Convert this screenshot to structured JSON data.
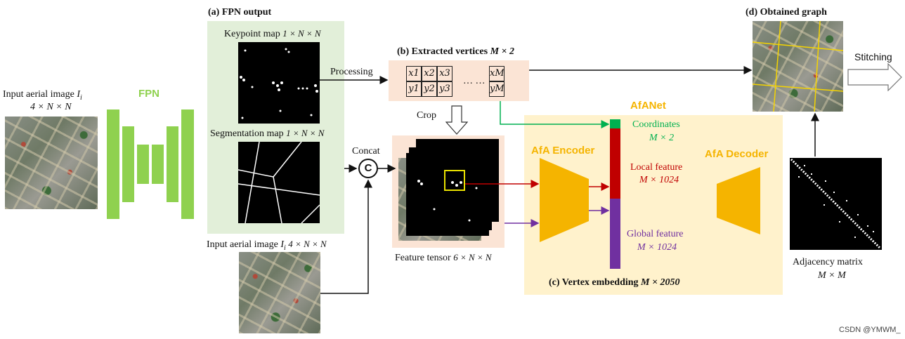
{
  "labels": {
    "input_image_left": "Input aerial image",
    "input_image_left_sym": "I",
    "input_image_left_sub": "i",
    "input_image_left_dims": "4 × N × N",
    "fpn": "FPN",
    "panel_a_title": "(a) FPN output",
    "keypoint_map": "Keypoint map",
    "keypoint_dims": "1 × N × N",
    "segmentation_map": "Segmentation map",
    "segmentation_dims": "1 × N × N",
    "input_image_bottom": "Input aerial image",
    "input_image_bottom_sym": "I",
    "input_image_bottom_sub": "i",
    "input_image_bottom_dims": "4 × N × N",
    "processing": "Processing",
    "concat": "Concat",
    "concat_symbol": "C",
    "panel_b_title": "(b) Extracted vertices",
    "panel_b_dims": "M × 2",
    "crop": "Crop",
    "feature_tensor": "Feature tensor",
    "feature_tensor_dims": "6 × N × N",
    "afanet": "AfANet",
    "afa_encoder": "AfA Encoder",
    "afa_decoder": "AfA Decoder",
    "coordinates": "Coordinates",
    "coordinates_dims": "M × 2",
    "local_feature": "Local feature",
    "local_feature_dims": "M × 1024",
    "global_feature": "Global feature",
    "global_feature_dims": "M × 1024",
    "panel_c_title": "(c) Vertex embedding",
    "panel_c_dims": "M × 2050",
    "panel_d_title": "(d) Obtained graph",
    "stitching": "Stitching",
    "adjacency_matrix": "Adjacency matrix",
    "adjacency_dims": "M × M",
    "watermark": "CSDN @YMWM_"
  },
  "vertex_table": {
    "x": [
      "x1",
      "x2",
      "x3",
      "xM"
    ],
    "y": [
      "y1",
      "y2",
      "y3",
      "yM"
    ],
    "ellipsis": "… …"
  },
  "colors": {
    "fpn_green": "#8fd14f",
    "afa_orange": "#f5b400",
    "coord_green": "#00b050",
    "local_red": "#c00000",
    "global_purple": "#7030a0",
    "panel_green": "#e2efd9",
    "panel_peach": "#fbe4d5",
    "panel_yellow": "#fff2cc"
  }
}
